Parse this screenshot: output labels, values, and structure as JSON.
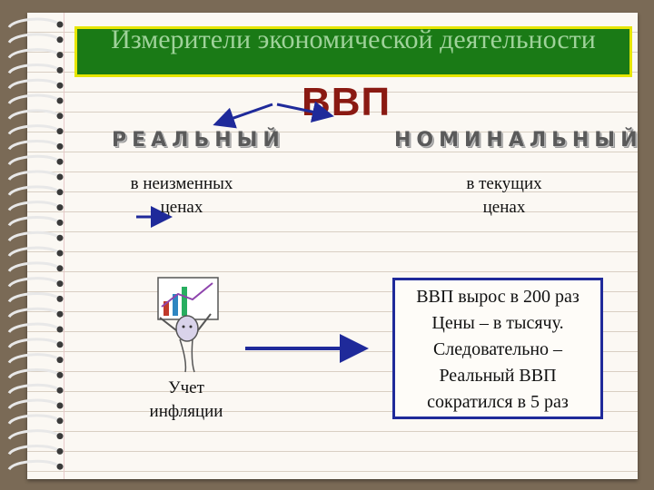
{
  "title": "Измерители экономической деятельности",
  "main_label": "ВВП",
  "left": {
    "heading": "РЕАЛЬНЫЙ",
    "text_line1": "в неизменных",
    "text_line2": "ценах"
  },
  "right": {
    "heading": "НОМИНАЛЬНЫЙ",
    "text_line1": "в текущих",
    "text_line2": "ценах"
  },
  "inflation": {
    "line1": "Учет",
    "line2": "инфляции"
  },
  "result": {
    "lines": [
      "ВВП вырос в 200 раз",
      "Цены – в тысячу.",
      "Следовательно –",
      "Реальный ВВП",
      "сократился в 5 раз"
    ]
  },
  "colors": {
    "title_bg": "#1a7a16",
    "title_border": "#e6e600",
    "main_label": "#8a1a12",
    "arrow": "#1f2a9a"
  },
  "icons": {
    "figure": "clipart-figure-with-chart"
  }
}
